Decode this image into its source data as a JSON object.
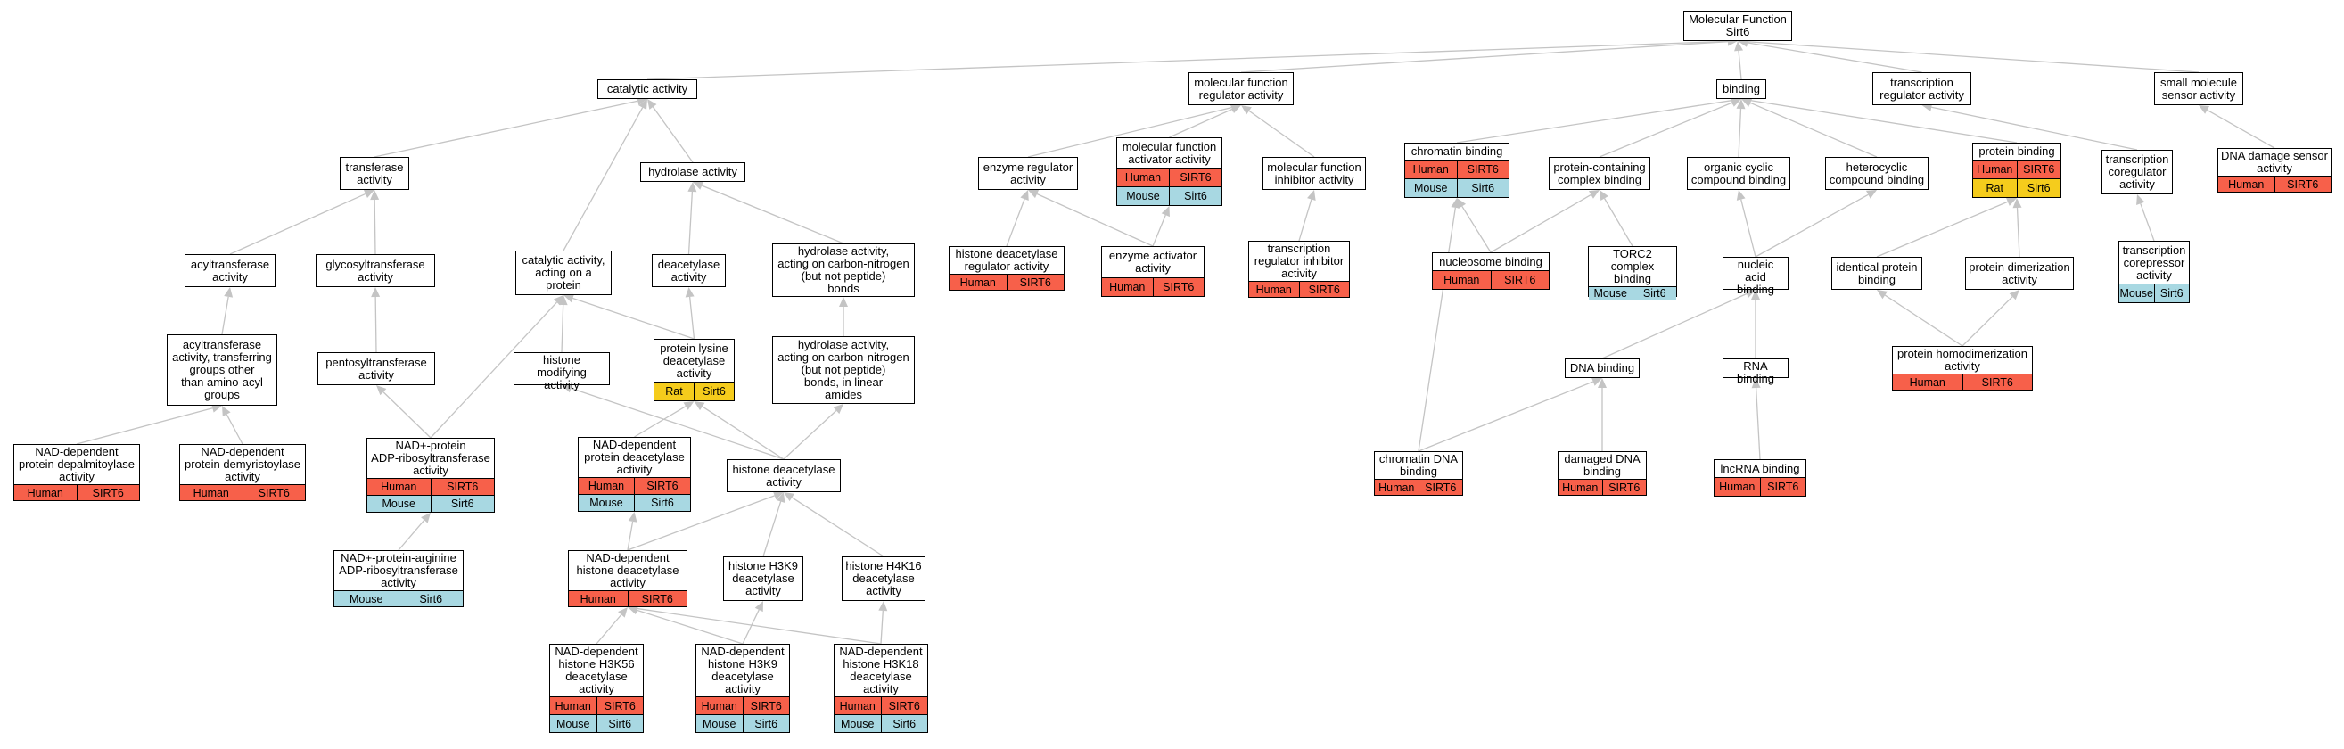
{
  "colors": {
    "human": "#f7604a",
    "mouse": "#a8d8e2",
    "rat": "#f5cc1c",
    "edge": "#c4c4c4"
  },
  "nodes": [
    {
      "id": "mf",
      "label": "Molecular Function\nSirt6",
      "ann": []
    },
    {
      "id": "cat",
      "label": "catalytic activity",
      "ann": []
    },
    {
      "id": "mfr",
      "label": "molecular function\nregulator activity",
      "ann": []
    },
    {
      "id": "bind",
      "label": "binding",
      "ann": []
    },
    {
      "id": "trreg",
      "label": "transcription\nregulator activity",
      "ann": []
    },
    {
      "id": "sms",
      "label": "small molecule\nsensor activity",
      "ann": []
    },
    {
      "id": "trans",
      "label": "transferase\nactivity",
      "ann": []
    },
    {
      "id": "hydro",
      "label": "hydrolase activity",
      "ann": []
    },
    {
      "id": "catprot",
      "label": "catalytic activity,\nacting on a\nprotein",
      "ann": []
    },
    {
      "id": "enzreg",
      "label": "enzyme regulator\nactivity",
      "ann": []
    },
    {
      "id": "mfact",
      "label": "molecular function\nactivator activity",
      "ann": [
        [
          "Human",
          "SIRT6"
        ],
        [
          "Mouse",
          "Sirt6"
        ]
      ]
    },
    {
      "id": "mfinh",
      "label": "molecular function\ninhibitor activity",
      "ann": []
    },
    {
      "id": "chrom",
      "label": "chromatin binding",
      "ann": [
        [
          "Human",
          "SIRT6"
        ],
        [
          "Mouse",
          "Sirt6"
        ]
      ]
    },
    {
      "id": "pcc",
      "label": "protein-containing\ncomplex binding",
      "ann": []
    },
    {
      "id": "ocb",
      "label": "organic cyclic\ncompound binding",
      "ann": []
    },
    {
      "id": "hcb",
      "label": "heterocyclic\ncompound binding",
      "ann": []
    },
    {
      "id": "pbind",
      "label": "protein binding",
      "ann": [
        [
          "Human",
          "SIRT6"
        ],
        [
          "Rat",
          "Sirt6"
        ]
      ]
    },
    {
      "id": "tcoreg",
      "label": "transcription\ncoregulator\nactivity",
      "ann": []
    },
    {
      "id": "dnasens",
      "label": "DNA damage sensor\nactivity",
      "ann": [
        [
          "Human",
          "SIRT6"
        ]
      ]
    },
    {
      "id": "acyl",
      "label": "acyltransferase\nactivity",
      "ann": []
    },
    {
      "id": "glyco",
      "label": "glycosyltransferase\nactivity",
      "ann": []
    },
    {
      "id": "deac",
      "label": "deacetylase\nactivity",
      "ann": []
    },
    {
      "id": "hydcn",
      "label": "hydrolase activity,\nacting on carbon-nitrogen\n(but not peptide)\nbonds",
      "ann": []
    },
    {
      "id": "hdacreg",
      "label": "histone deacetylase\nregulator activity",
      "ann": [
        [
          "Human",
          "SIRT6"
        ]
      ]
    },
    {
      "id": "enzact",
      "label": "enzyme activator\nactivity",
      "ann": [
        [
          "Human",
          "SIRT6"
        ]
      ]
    },
    {
      "id": "trinh",
      "label": "transcription\nregulator inhibitor\nactivity",
      "ann": [
        [
          "Human",
          "SIRT6"
        ]
      ]
    },
    {
      "id": "nucl",
      "label": "nucleosome binding",
      "ann": [
        [
          "Human",
          "SIRT6"
        ]
      ]
    },
    {
      "id": "torc2",
      "label": "TORC2 complex\nbinding",
      "ann": [
        [
          "Mouse",
          "Sirt6"
        ]
      ]
    },
    {
      "id": "nab",
      "label": "nucleic acid\nbinding",
      "ann": []
    },
    {
      "id": "ident",
      "label": "identical protein\nbinding",
      "ann": []
    },
    {
      "id": "pdim",
      "label": "protein dimerization\nactivity",
      "ann": []
    },
    {
      "id": "tcorep",
      "label": "transcription\ncorepressor\nactivity",
      "ann": [
        [
          "Mouse",
          "Sirt6"
        ]
      ]
    },
    {
      "id": "acyl2",
      "label": "acyltransferase\nactivity, transferring\ngroups other\nthan amino-acyl\ngroups",
      "ann": []
    },
    {
      "id": "pento",
      "label": "pentosyltransferase\nactivity",
      "ann": []
    },
    {
      "id": "hmod",
      "label": "histone modifying\nactivity",
      "ann": []
    },
    {
      "id": "plysdeac",
      "label": "protein lysine\ndeacetylase\nactivity",
      "ann": [
        [
          "Rat",
          "Sirt6"
        ]
      ]
    },
    {
      "id": "hydlin",
      "label": "hydrolase activity,\nacting on carbon-nitrogen\n(but not peptide)\nbonds, in linear\namides",
      "ann": []
    },
    {
      "id": "dnab",
      "label": "DNA binding",
      "ann": []
    },
    {
      "id": "rnab",
      "label": "RNA binding",
      "ann": []
    },
    {
      "id": "phomo",
      "label": "protein homodimerization\nactivity",
      "ann": [
        [
          "Human",
          "SIRT6"
        ]
      ]
    },
    {
      "id": "nadpalm",
      "label": "NAD-dependent\nprotein depalmitoylase\nactivity",
      "ann": [
        [
          "Human",
          "SIRT6"
        ]
      ]
    },
    {
      "id": "nadmyr",
      "label": "NAD-dependent\nprotein demyristoylase\nactivity",
      "ann": [
        [
          "Human",
          "SIRT6"
        ]
      ]
    },
    {
      "id": "nadadp",
      "label": "NAD+-protein\nADP-ribosyltransferase\nactivity",
      "ann": [
        [
          "Human",
          "SIRT6"
        ],
        [
          "Mouse",
          "Sirt6"
        ]
      ]
    },
    {
      "id": "nadpdeac",
      "label": "NAD-dependent\nprotein deacetylase\nactivity",
      "ann": [
        [
          "Human",
          "SIRT6"
        ],
        [
          "Mouse",
          "Sirt6"
        ]
      ]
    },
    {
      "id": "hdac",
      "label": "histone deacetylase\nactivity",
      "ann": []
    },
    {
      "id": "chromdna",
      "label": "chromatin DNA\nbinding",
      "ann": [
        [
          "Human",
          "SIRT6"
        ]
      ]
    },
    {
      "id": "dmgdna",
      "label": "damaged DNA\nbinding",
      "ann": [
        [
          "Human",
          "SIRT6"
        ]
      ]
    },
    {
      "id": "lnc",
      "label": "lncRNA binding",
      "ann": [
        [
          "Human",
          "SIRT6"
        ]
      ]
    },
    {
      "id": "nadarg",
      "label": "NAD+-protein-arginine\nADP-ribosyltransferase\nactivity",
      "ann": [
        [
          "Mouse",
          "Sirt6"
        ]
      ]
    },
    {
      "id": "nadhdac",
      "label": "NAD-dependent\nhistone deacetylase\nactivity",
      "ann": [
        [
          "Human",
          "SIRT6"
        ]
      ]
    },
    {
      "id": "h3k9",
      "label": "histone H3K9\ndeacetylase\nactivity",
      "ann": []
    },
    {
      "id": "h4k16",
      "label": "histone H4K16\ndeacetylase\nactivity",
      "ann": []
    },
    {
      "id": "k56",
      "label": "NAD-dependent\nhistone H3K56\ndeacetylase\nactivity",
      "ann": [
        [
          "Human",
          "SIRT6"
        ],
        [
          "Mouse",
          "Sirt6"
        ]
      ]
    },
    {
      "id": "k9",
      "label": "NAD-dependent\nhistone H3K9\ndeacetylase\nactivity",
      "ann": [
        [
          "Human",
          "SIRT6"
        ],
        [
          "Mouse",
          "Sirt6"
        ]
      ]
    },
    {
      "id": "k18",
      "label": "NAD-dependent\nhistone H3K18\ndeacetylase\nactivity",
      "ann": [
        [
          "Human",
          "SIRT6"
        ],
        [
          "Mouse",
          "Sirt6"
        ]
      ]
    }
  ],
  "edges": [
    [
      "cat",
      "mf"
    ],
    [
      "mfr",
      "mf"
    ],
    [
      "bind",
      "mf"
    ],
    [
      "trreg",
      "mf"
    ],
    [
      "sms",
      "mf"
    ],
    [
      "trans",
      "cat"
    ],
    [
      "catprot",
      "cat"
    ],
    [
      "hydro",
      "cat"
    ],
    [
      "acyl",
      "trans"
    ],
    [
      "glyco",
      "trans"
    ],
    [
      "deac",
      "hydro"
    ],
    [
      "hydcn",
      "hydro"
    ],
    [
      "enzreg",
      "mfr"
    ],
    [
      "mfact",
      "mfr"
    ],
    [
      "mfinh",
      "mfr"
    ],
    [
      "chrom",
      "bind"
    ],
    [
      "pcc",
      "bind"
    ],
    [
      "ocb",
      "bind"
    ],
    [
      "hcb",
      "bind"
    ],
    [
      "pbind",
      "bind"
    ],
    [
      "tcoreg",
      "trreg"
    ],
    [
      "dnasens",
      "sms"
    ],
    [
      "acyl2",
      "acyl"
    ],
    [
      "pento",
      "glyco"
    ],
    [
      "hmod",
      "catprot"
    ],
    [
      "plysdeac",
      "catprot"
    ],
    [
      "nadadp",
      "catprot"
    ],
    [
      "plysdeac",
      "deac"
    ],
    [
      "hydlin",
      "hydcn"
    ],
    [
      "hdacreg",
      "enzreg"
    ],
    [
      "enzact",
      "enzreg"
    ],
    [
      "enzact",
      "mfact"
    ],
    [
      "trinh",
      "mfinh"
    ],
    [
      "nucl",
      "chrom"
    ],
    [
      "chromdna",
      "chrom"
    ],
    [
      "nucl",
      "pcc"
    ],
    [
      "torc2",
      "pcc"
    ],
    [
      "nab",
      "ocb"
    ],
    [
      "nab",
      "hcb"
    ],
    [
      "ident",
      "pbind"
    ],
    [
      "pdim",
      "pbind"
    ],
    [
      "tcorep",
      "tcoreg"
    ],
    [
      "nadpalm",
      "acyl2"
    ],
    [
      "nadmyr",
      "acyl2"
    ],
    [
      "nadadp",
      "pento"
    ],
    [
      "nadpdeac",
      "plysdeac"
    ],
    [
      "hdac",
      "hmod"
    ],
    [
      "hdac",
      "plysdeac"
    ],
    [
      "hdac",
      "hydlin"
    ],
    [
      "dnab",
      "nab"
    ],
    [
      "rnab",
      "nab"
    ],
    [
      "chromdna",
      "dnab"
    ],
    [
      "dmgdna",
      "dnab"
    ],
    [
      "lnc",
      "rnab"
    ],
    [
      "phomo",
      "ident"
    ],
    [
      "phomo",
      "pdim"
    ],
    [
      "nadarg",
      "nadadp"
    ],
    [
      "nadhdac",
      "nadpdeac"
    ],
    [
      "nadhdac",
      "hdac"
    ],
    [
      "h3k9",
      "hdac"
    ],
    [
      "h4k16",
      "hdac"
    ],
    [
      "k56",
      "nadhdac"
    ],
    [
      "k9",
      "nadhdac"
    ],
    [
      "k18",
      "nadhdac"
    ],
    [
      "k9",
      "h3k9"
    ],
    [
      "k18",
      "h4k16"
    ]
  ]
}
